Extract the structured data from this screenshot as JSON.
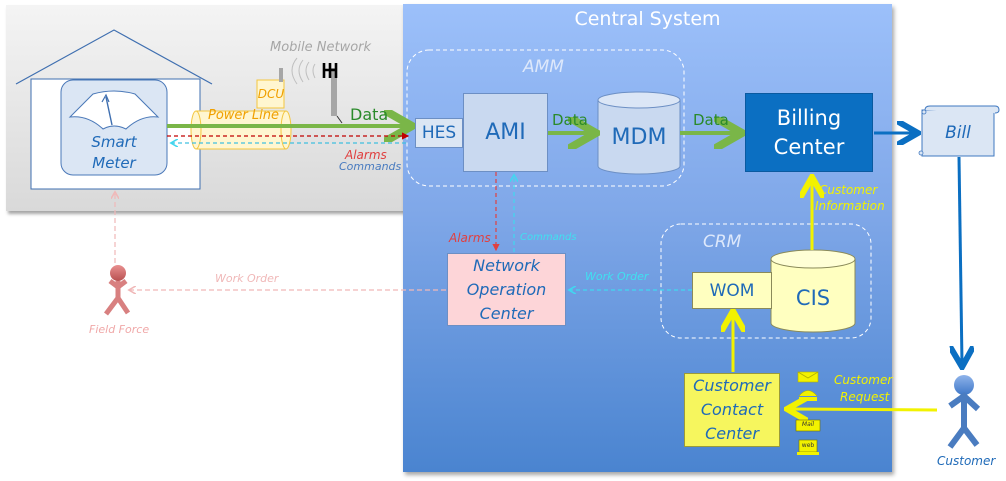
{
  "central_system": {
    "title": "Central System"
  },
  "home": {
    "smart_meter_line1": "Smart",
    "smart_meter_line2": "Meter",
    "dcu": "DCU",
    "power_line": "Power Line",
    "mobile_network": "Mobile Network",
    "data_label": "Data",
    "alarms_label": "Alarms",
    "commands_label": "Commands"
  },
  "amm": {
    "title": "AMM",
    "hes": "HES",
    "ami": "AMI",
    "mdm": "MDM",
    "data_ami_mdm": "Data",
    "data_mdm_billing": "Data"
  },
  "billing": {
    "line1": "Billing",
    "line2": "Center"
  },
  "bill": {
    "label": "Bill"
  },
  "customer_information": {
    "line1": "Customer",
    "line2": "Information"
  },
  "noc": {
    "line1": "Network",
    "line2": "Operation",
    "line3": "Center",
    "alarms_label": "Alarms",
    "commands_label": "Commands",
    "work_order_in": "Work Order",
    "work_order_out": "Work Order"
  },
  "crm": {
    "title": "CRM",
    "wom": "WOM",
    "cis": "CIS"
  },
  "ccc": {
    "line1": "Customer",
    "line2": "Contact",
    "line3": "Center"
  },
  "channels": {
    "mail": "Mail",
    "web": "web"
  },
  "customer_request": {
    "line1": "Customer",
    "line2": "Request"
  },
  "actors": {
    "field_force": "Field Force",
    "customer": "Customer"
  },
  "colors": {
    "data_green": "#7ab648",
    "alarm_red": "#e04040",
    "command_cyan": "#40d8f0",
    "billing_blue": "#0b6fc2",
    "yellow": "#f2f200",
    "noc_pink": "#fdd5d8"
  }
}
